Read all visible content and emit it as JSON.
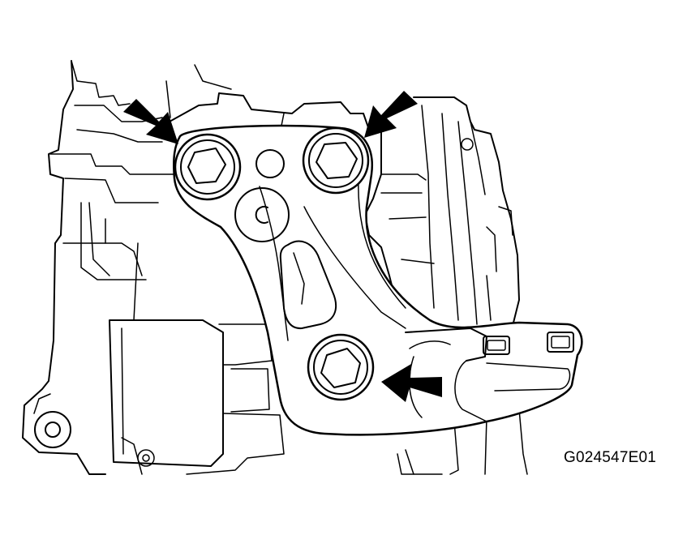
{
  "figure": {
    "code": "G024547E01"
  },
  "colors": {
    "line": "#000000",
    "background": "#ffffff"
  },
  "arrows": [
    {
      "name": "arrow-upper-left-bolt",
      "target": "upper-left-bolt"
    },
    {
      "name": "arrow-upper-right-bolt",
      "target": "upper-right-bolt"
    },
    {
      "name": "arrow-lower-bolt",
      "target": "lower-bolt"
    }
  ]
}
